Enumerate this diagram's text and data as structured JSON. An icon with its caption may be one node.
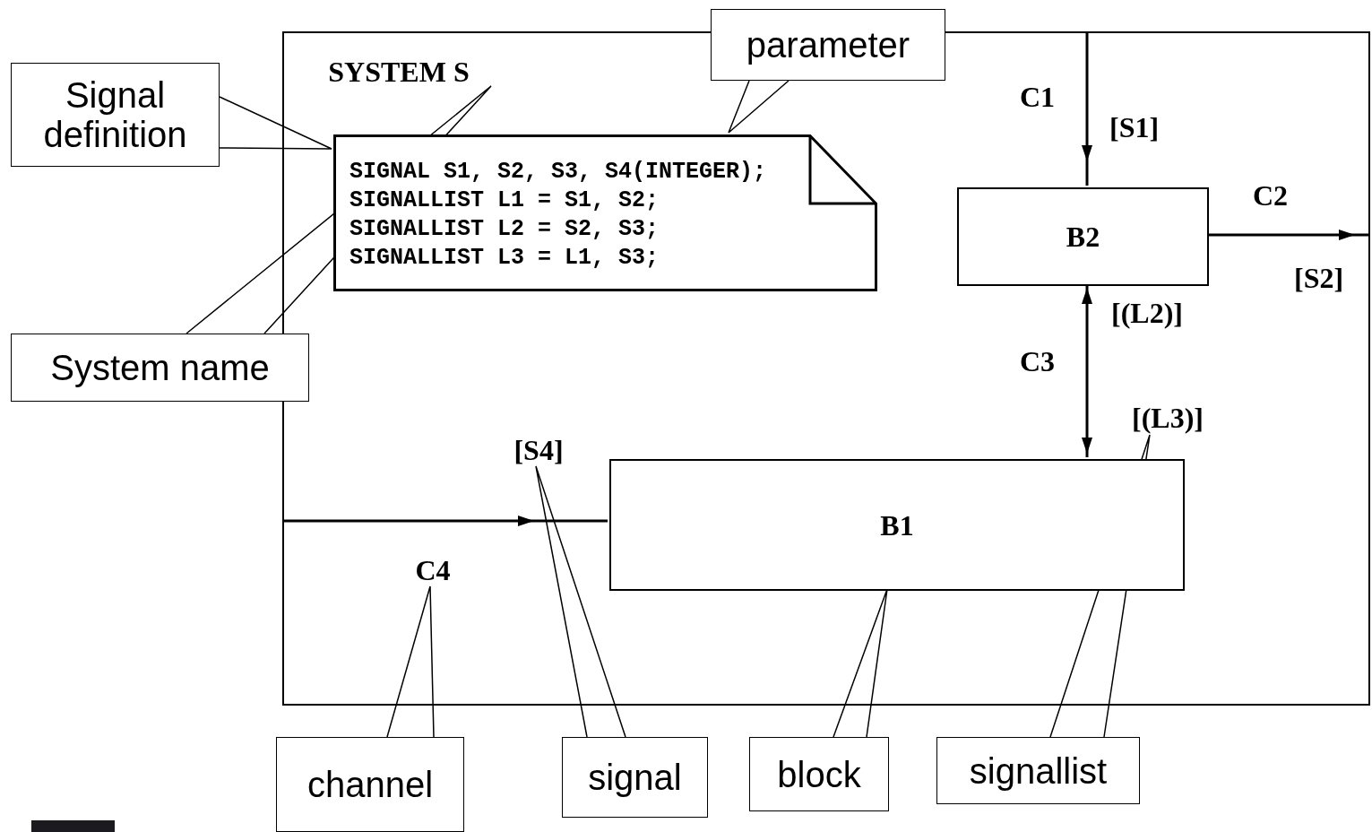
{
  "diagram": {
    "nodes": [
      {
        "text": [],
        "shape": "box"
      },
      {
        "text": [
          "SYSTEM S"
        ],
        "in": 0
      },
      {
        "text": [
          "SIGNAL S1, S2, S3, S4(INTEGER);",
          "SIGNALLIST L1 = S1, S2;",
          "SIGNALLIST L2 = S2, S3;",
          "SIGNALLIST L3 = L1, S3;"
        ],
        "in": 0
      },
      {
        "text": [
          "B2"
        ],
        "in": 0
      },
      {
        "text": [
          "B1"
        ],
        "in": 0
      },
      {
        "text": [
          "C4"
        ],
        "in": 0
      },
      {
        "text": [
          "[S4]"
        ],
        "in": 0
      },
      {
        "text": [
          "[(L3)]"
        ],
        "in": 0
      },
      {
        "text": [
          "Signal definition"
        ]
      },
      {
        "text": [
          "parameter"
        ]
      },
      {
        "text": [
          "System name"
        ]
      },
      {
        "text": [
          "channel"
        ]
      },
      {
        "text": [
          "signal"
        ]
      },
      {
        "text": [
          "block"
        ]
      },
      {
        "text": [
          "signallist"
        ]
      }
    ],
    "edges": [
      {
        "from": 0,
        "to": 3,
        "arrow": "to"
      },
      {
        "from": 3,
        "to": 0,
        "arrow": "to"
      },
      {
        "from": 3,
        "to": 4,
        "arrow": "both"
      },
      {
        "from": 0,
        "to": 4,
        "arrow": "to"
      },
      {
        "from": 8,
        "to": 2,
        "arrow": "none"
      },
      {
        "from": 9,
        "to": 2,
        "arrow": "none"
      },
      {
        "from": 10,
        "to": 1,
        "arrow": "none"
      },
      {
        "from": 11,
        "to": 5,
        "arrow": "none"
      },
      {
        "from": 12,
        "to": 6,
        "arrow": "none"
      },
      {
        "from": 13,
        "to": 4,
        "arrow": "none"
      },
      {
        "from": 14,
        "to": 7,
        "arrow": "none"
      }
    ],
    "labels": [
      "C1",
      "[S1]",
      "C2",
      "[S2]",
      "[(L2)]",
      "C3"
    ]
  }
}
